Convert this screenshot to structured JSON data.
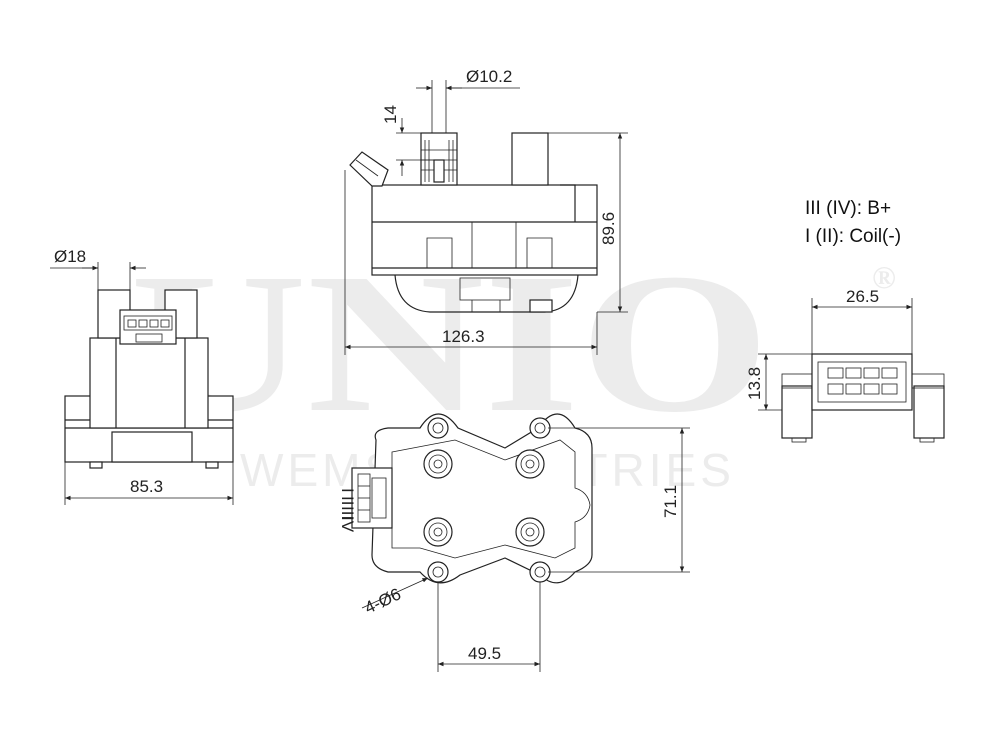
{
  "watermark": {
    "brand": "UNIO",
    "registered": "®",
    "subtitle": "WEMS INDUSTRIES"
  },
  "legend": {
    "line1": "III (IV): B+",
    "line2": "I (II): Coil(-)"
  },
  "dimensions": {
    "tower_diameter": "Ø10.2",
    "tower_height": "14",
    "overall_height": "89.6",
    "overall_length": "126.3",
    "side_diameter": "Ø18",
    "side_width": "85.3",
    "connector_width": "26.5",
    "connector_height": "13.8",
    "base_height": "71.1",
    "mount_holes": "4-Ø6",
    "hole_spacing": "49.5"
  },
  "pin_labels": [
    "I",
    "II",
    "III",
    "IV"
  ]
}
